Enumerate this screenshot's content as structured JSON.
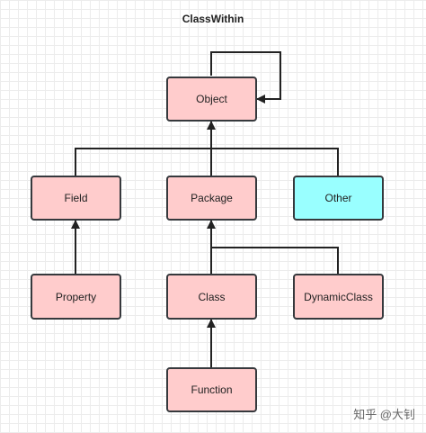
{
  "title": "ClassWithin",
  "nodes": {
    "object": "Object",
    "field": "Field",
    "package": "Package",
    "other": "Other",
    "property": "Property",
    "class": "Class",
    "dynamic_class": "DynamicClass",
    "function": "Function"
  },
  "colors": {
    "default_fill": "#ffcccc",
    "highlight_fill": "#99ffff",
    "stroke": "#36393d"
  },
  "watermark": "知乎 @大钊"
}
